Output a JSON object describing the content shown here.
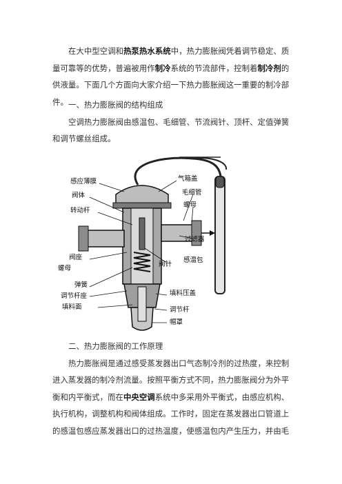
{
  "intro": {
    "s1": "在大中型空调和",
    "k1": "热泵热水系统",
    "s2": "中，热力膨胀阀凭着调节稳定、质量可靠等的优势，普遍被用作",
    "k2": "制冷",
    "s3": "系统的节流部件，控制着",
    "k3": "制冷剂",
    "s4": "的供液量。下面几个方面向大家介绍一下热力膨胀阀这一重要的制冷部件。"
  },
  "section1": {
    "heading": "一、热力膨胀阀的结构组成",
    "body": "空调热力膨胀阀由感温包、毛细管、节流阀针、顶杆、定值弹簧和调节螺丝组成。"
  },
  "figure": {
    "labels": {
      "sensing_diaphragm": "感应薄膜",
      "air_box_cover": "气箱盖",
      "valve_body": "阀体",
      "capillary": "毛细管",
      "nut_top": "螺母",
      "transmission_rod": "转动杆",
      "filter": "过滤器",
      "valve_seat": "阀座",
      "nut_left": "螺母",
      "sensing_bulb": "感温包",
      "needle": "阀针",
      "spring": "弹簧",
      "adjust_seat": "调节杆座",
      "packing_gland": "填料压盖",
      "adjust_rod": "调节杆",
      "packing": "填料面",
      "cap": "帽罩"
    }
  },
  "section2": {
    "heading": "二、热力膨胀阀的工作原理",
    "p1": "热力膨胀阀是通过感受蒸发器出口气态制冷剂的过热度，来控制进入蒸发器的制冷剂流量。按照平衡方式不同，热力膨胀阀分为外平衡和内平衡式，而在",
    "p1k": "中央空调",
    "p1b": "系统中多采用外平衡式，由感应机构、执行机构，调整机构和阀体组成。工作时，固定在蒸发器出口管道上的感温包感应蒸发器出口的过热温度，使感温包内产生压力，并由毛"
  }
}
